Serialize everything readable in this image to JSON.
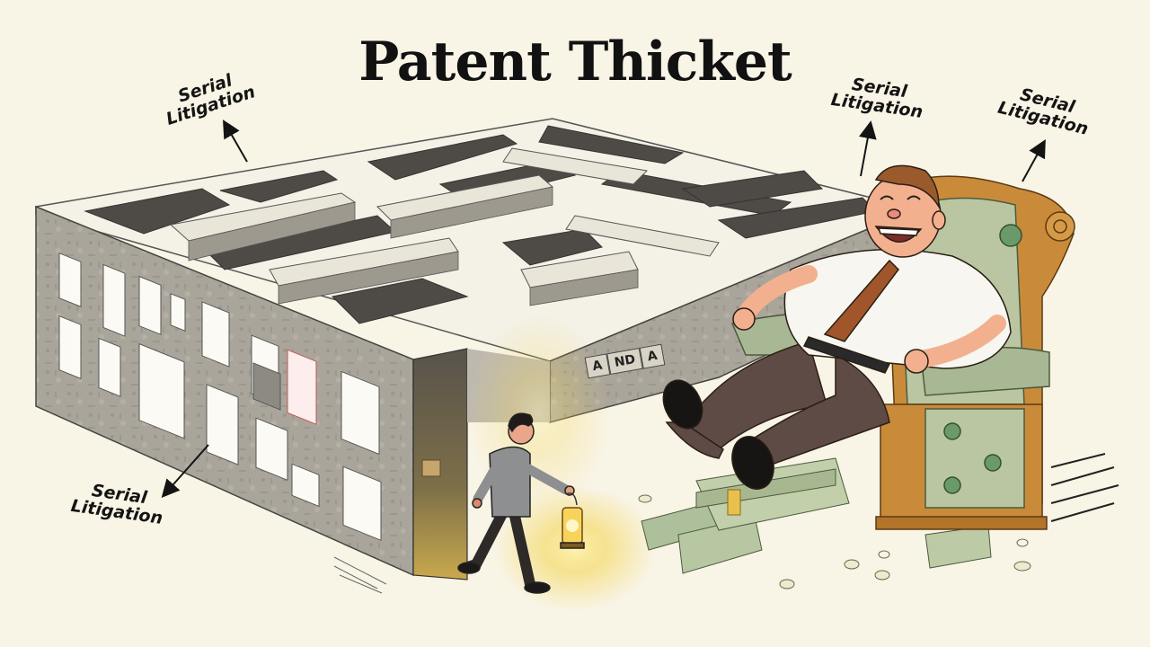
{
  "title": "Patent Thicket",
  "labels": [
    {
      "id": "top-left",
      "line1": "Serial",
      "line2": "Litigation",
      "arrow": "up"
    },
    {
      "id": "top-center-right",
      "line1": "Serial",
      "line2": "Litigation",
      "arrow": "up"
    },
    {
      "id": "top-right",
      "line1": "Serial",
      "line2": "Litigation",
      "arrow": "up"
    },
    {
      "id": "bottom-left",
      "line1": "Serial",
      "line2": "Litigation",
      "arrow": "down-left"
    }
  ],
  "wall_sign": {
    "cells": [
      "A",
      "ND",
      "A"
    ]
  },
  "scene": {
    "maze": "concrete patent maze with documents pinned to walls",
    "small_figure": "person holding lantern entering maze",
    "large_figure": "laughing man reclining on money throne",
    "props": [
      "lantern",
      "money stacks",
      "coins",
      "dollar bills"
    ]
  },
  "colors": {
    "background": "#f8f4e6",
    "wall_side": "#a9a59b",
    "wall_top": "#f4f1e6",
    "wall_shadow": "#5b5852",
    "lantern_glow": "#f5d75a",
    "money_green": "#9fb38e",
    "chair_gold": "#c98b3a",
    "shirt": "#f7f6f0",
    "tie": "#a0562a",
    "pants": "#5e4b45",
    "skin": "#f2b08e"
  }
}
